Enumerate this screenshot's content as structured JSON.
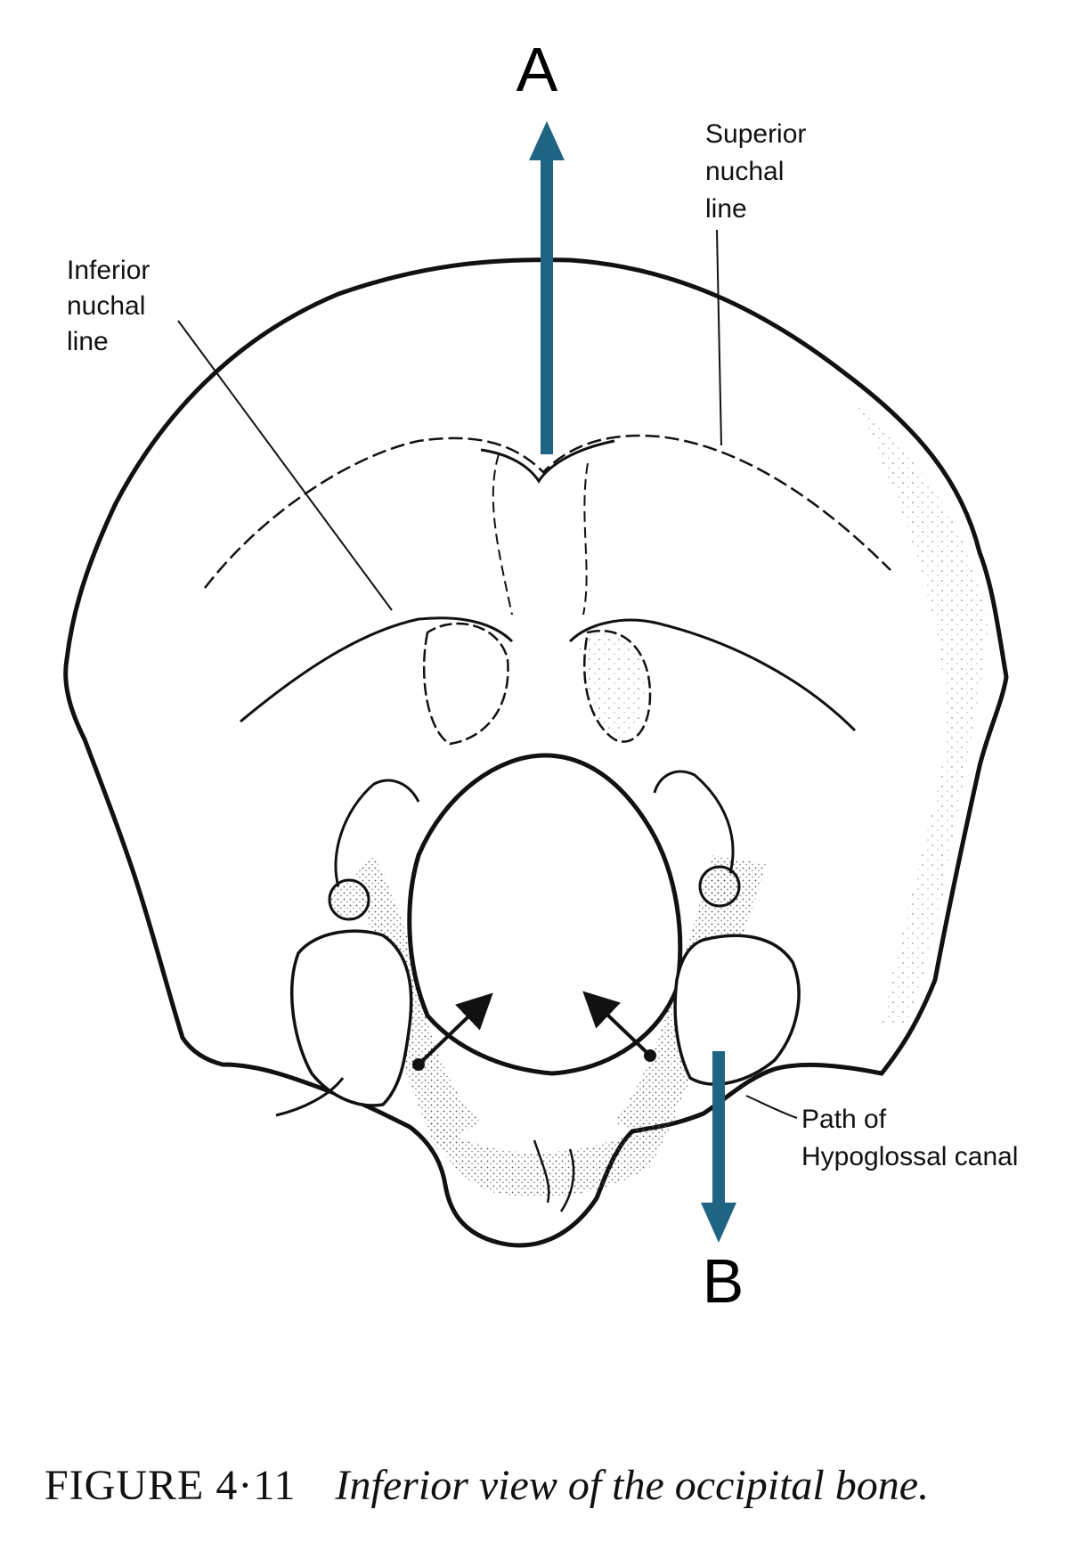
{
  "labels": {
    "arrow_a": "A",
    "arrow_b": "B",
    "superior_nuchal_line": [
      "Superior",
      "nuchal",
      "line"
    ],
    "inferior_nuchal_line": [
      "Inferior",
      "nuchal",
      "line"
    ],
    "hypoglossal": [
      "Path of",
      "Hypoglossal canal"
    ]
  },
  "caption": {
    "figure_number": "FIGURE 4·11",
    "description": "Inferior view of the occipital bone."
  },
  "colors": {
    "arrow_teal": "#1f6583",
    "ink": "#111111",
    "stipple": "#555555"
  }
}
